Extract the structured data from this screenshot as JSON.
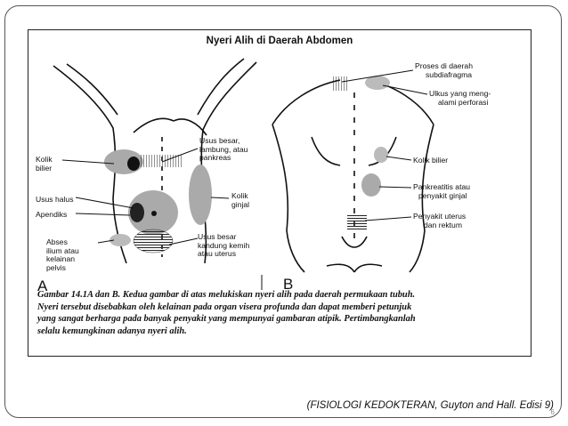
{
  "figure": {
    "title": "Nyeri Alih di Daerah Abdomen",
    "panel_a": {
      "letter": "A",
      "labels": {
        "kolik_bilier": [
          "Kolik",
          "bilier"
        ],
        "usus_halus": "Usus halus",
        "apendiks": "Apendiks",
        "abses": [
          "Abses",
          "ilium atau",
          "kelainan",
          "pelvis"
        ],
        "usus_besar_top": [
          "Usus besar,",
          "lambung, atau",
          "pankreas"
        ],
        "kolik_ginjal": [
          "Kolik",
          "ginjal"
        ],
        "usus_besar_bottom": [
          "Usus besar",
          "kandung kemih",
          "atau uterus"
        ]
      }
    },
    "panel_b": {
      "letter": "B",
      "labels": {
        "proses": [
          "Proses di daerah",
          "subdiafragma"
        ],
        "ulkus": [
          "Ulkus yang meng-",
          "alami perforasi"
        ],
        "kolik_bilier": "Kolik bilier",
        "pankreatitis": [
          "Pankreatitis atau",
          "penyakit ginjal"
        ],
        "penyakit_uterus": [
          "Penyakit uterus",
          "dan rektum"
        ]
      }
    },
    "caption": [
      "Gambar 14.1A dan B. Kedua gambar di atas melukiskan nyeri alih pada daerah permukaan tubuh.",
      "Nyeri tersebut disebabkan oleh kelainan pada organ visera profunda dan dapat memberi petunjuk",
      "yang sangat berharga pada banyak penyakit yang mempunyai gambaran atipik. Pertimbangkanlah",
      "selalu kemungkinan adanya nyeri alih."
    ]
  },
  "source": "(FISIOLOGI KEDOKTERAN, Guyton and Hall. Edisi 9)",
  "slide_number": "6"
}
